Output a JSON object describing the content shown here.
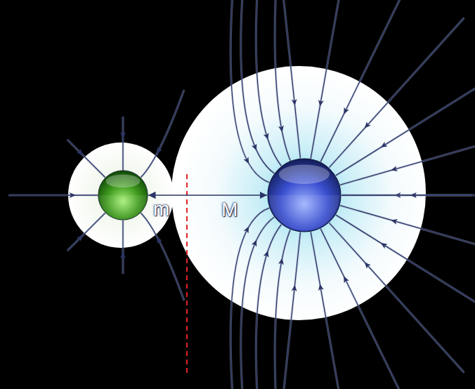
{
  "diagram": {
    "nodes": [
      {
        "text": [
          "m"
        ]
      },
      {
        "text": [
          "M"
        ]
      }
    ],
    "edges": [
      {
        "from": 0,
        "to": 1,
        "arrow": "both"
      }
    ]
  }
}
